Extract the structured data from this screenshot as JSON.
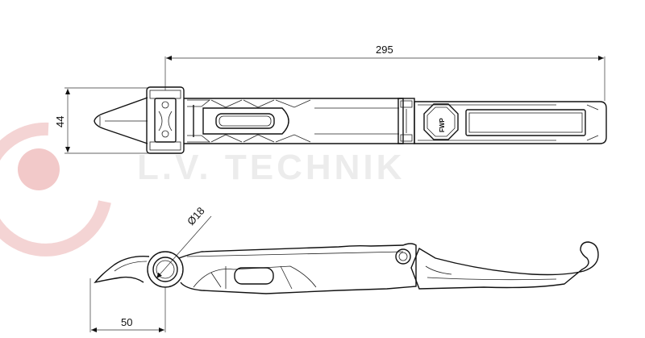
{
  "watermark": {
    "brand_text": "L.V. TECHNIK",
    "logo_color": "#f2c9c9",
    "text_color": "#ececec"
  },
  "top_view": {
    "length_dimension": "295",
    "width_dimension": "44",
    "logo_text": "FWP"
  },
  "side_view": {
    "diameter_dimension": "Ø18",
    "offset_dimension": "50"
  }
}
